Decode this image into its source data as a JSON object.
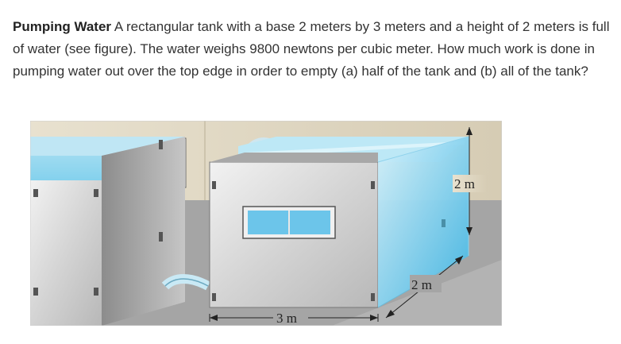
{
  "problem": {
    "title": "Pumping Water",
    "text": " A rectangular tank with a base 2 meters by 3 meters and a height of 2 meters is full of water (see figure). The water weighs 9800 newtons per cubic meter. How much work is done in pumping water out over the top edge in order to empty (a) half of the tank and (b) all of the tank?"
  },
  "figure": {
    "label_height": "2 m",
    "label_depth": "2 m",
    "label_width": "3 m"
  }
}
